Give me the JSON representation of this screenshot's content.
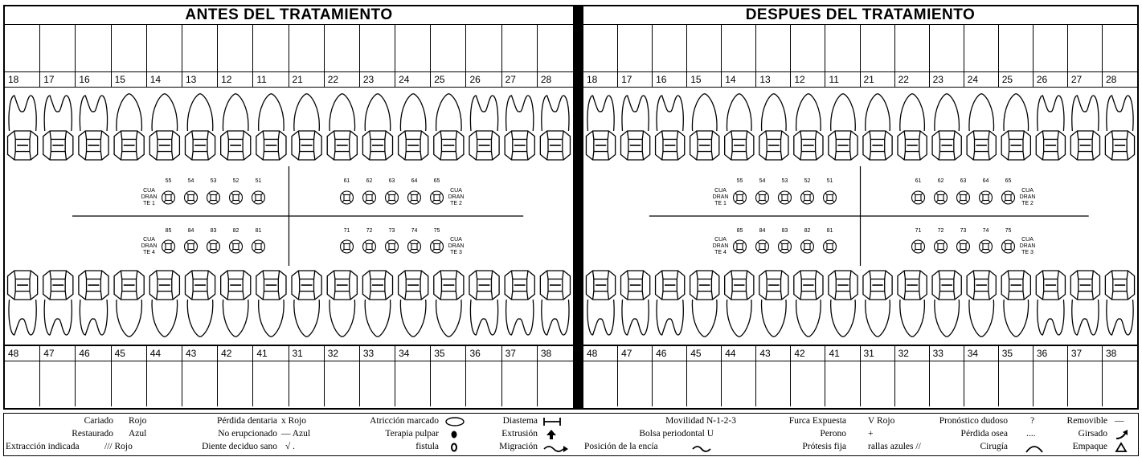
{
  "before": {
    "title": "ANTES DEL TRATAMIENTO",
    "upper_numbers": [
      "18",
      "17",
      "16",
      "15",
      "14",
      "13",
      "12",
      "11",
      "21",
      "22",
      "23",
      "24",
      "25",
      "26",
      "27",
      "28"
    ],
    "lower_numbers": [
      "48",
      "47",
      "46",
      "45",
      "44",
      "43",
      "42",
      "41",
      "31",
      "32",
      "33",
      "34",
      "35",
      "36",
      "37",
      "38"
    ]
  },
  "after": {
    "title": "DESPUES DEL TRATAMIENTO",
    "upper_numbers": [
      "18",
      "17",
      "16",
      "15",
      "14",
      "13",
      "12",
      "11",
      "21",
      "22",
      "23",
      "24",
      "25",
      "26",
      "27",
      "28"
    ],
    "lower_numbers": [
      "48",
      "47",
      "46",
      "45",
      "44",
      "43",
      "42",
      "41",
      "31",
      "32",
      "33",
      "34",
      "35",
      "36",
      "37",
      "38"
    ]
  },
  "primary": {
    "q1": [
      "55",
      "54",
      "53",
      "52",
      "51"
    ],
    "q2": [
      "61",
      "62",
      "63",
      "64",
      "65"
    ],
    "q4": [
      "85",
      "84",
      "83",
      "82",
      "81"
    ],
    "q3": [
      "71",
      "72",
      "73",
      "74",
      "75"
    ],
    "label_parts": [
      "CUA",
      "DRAN"
    ],
    "q1_label": "TE 1",
    "q2_label": "TE 2",
    "q3_label": "TE 3",
    "q4_label": "TE 4"
  },
  "legend": {
    "cariado": "Cariado",
    "cariado_color": "Rojo",
    "restaurado": "Restaurado",
    "restaurado_color": "Azul",
    "extraccion": "Extracción indicada",
    "extraccion_code": "/// Rojo",
    "perdida": "Pérdida dentaria",
    "perdida_code": "x Rojo",
    "no_erup": "No erupcionado",
    "no_erup_code": "— Azul",
    "deciduo": "Diente deciduo sano",
    "deciduo_code": "√ .",
    "atriccion": "Atricción marcado",
    "terapia": "Terapia pulpar",
    "fistula": "fistula",
    "diastema": "Diastema",
    "extrusion": "Extrusión",
    "migracion": "Migración",
    "movilidad": "Movilidad N-1-2-3",
    "bolsa": "Bolsa periodontal U",
    "posicion": "Posición de la encía",
    "furca": "Furca Expuesta",
    "furca_code": "V Rojo",
    "perono": "Perono",
    "perono_code": "+",
    "protesis": "Prótesis fija",
    "protesis_code": "rallas azules //",
    "pronostico": "Pronóstico dudoso",
    "pronostico_code": "?",
    "perdida_osea": "Pérdida osea",
    "perdida_osea_code": "....",
    "cirugia": "Cirugía",
    "removible": "Removible",
    "removible_code": "—",
    "girsado": "Girsado",
    "empaque": "Empaque"
  },
  "colors": {
    "ink": "#000000",
    "paper": "#ffffff"
  }
}
